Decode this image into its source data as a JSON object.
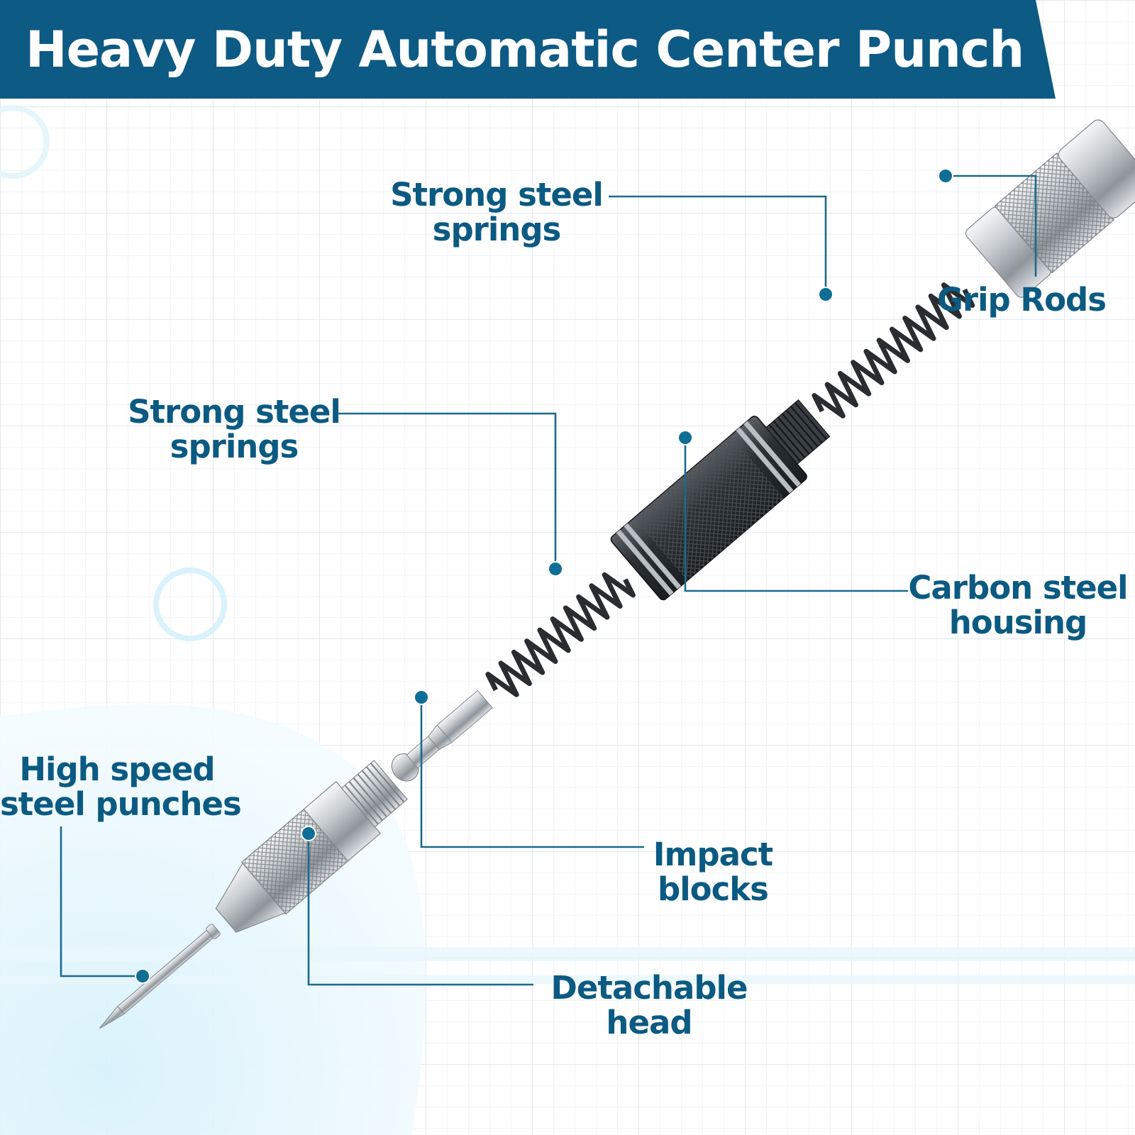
{
  "title": "Heavy Duty Automatic Center Punch",
  "colors": {
    "banner": "#0d5a84",
    "label_text": "#0b5a82",
    "leader_line": "#1b6a8c",
    "dot": "#0f6e96",
    "housing": "#2b2f33",
    "metal": "#c9cdd1"
  },
  "callouts": {
    "springs_top": {
      "line1": "Strong steel",
      "line2": "springs"
    },
    "grip_rods": {
      "line1": "Grip Rods"
    },
    "springs_mid": {
      "line1": "Strong steel",
      "line2": "springs"
    },
    "housing": {
      "line1": "Carbon steel",
      "line2": "housing"
    },
    "punches": {
      "line1": "High speed",
      "line2": "steel punches"
    },
    "impact": {
      "line1": "Impact",
      "line2": "blocks"
    },
    "head": {
      "line1": "Detachable",
      "line2": "head"
    }
  }
}
